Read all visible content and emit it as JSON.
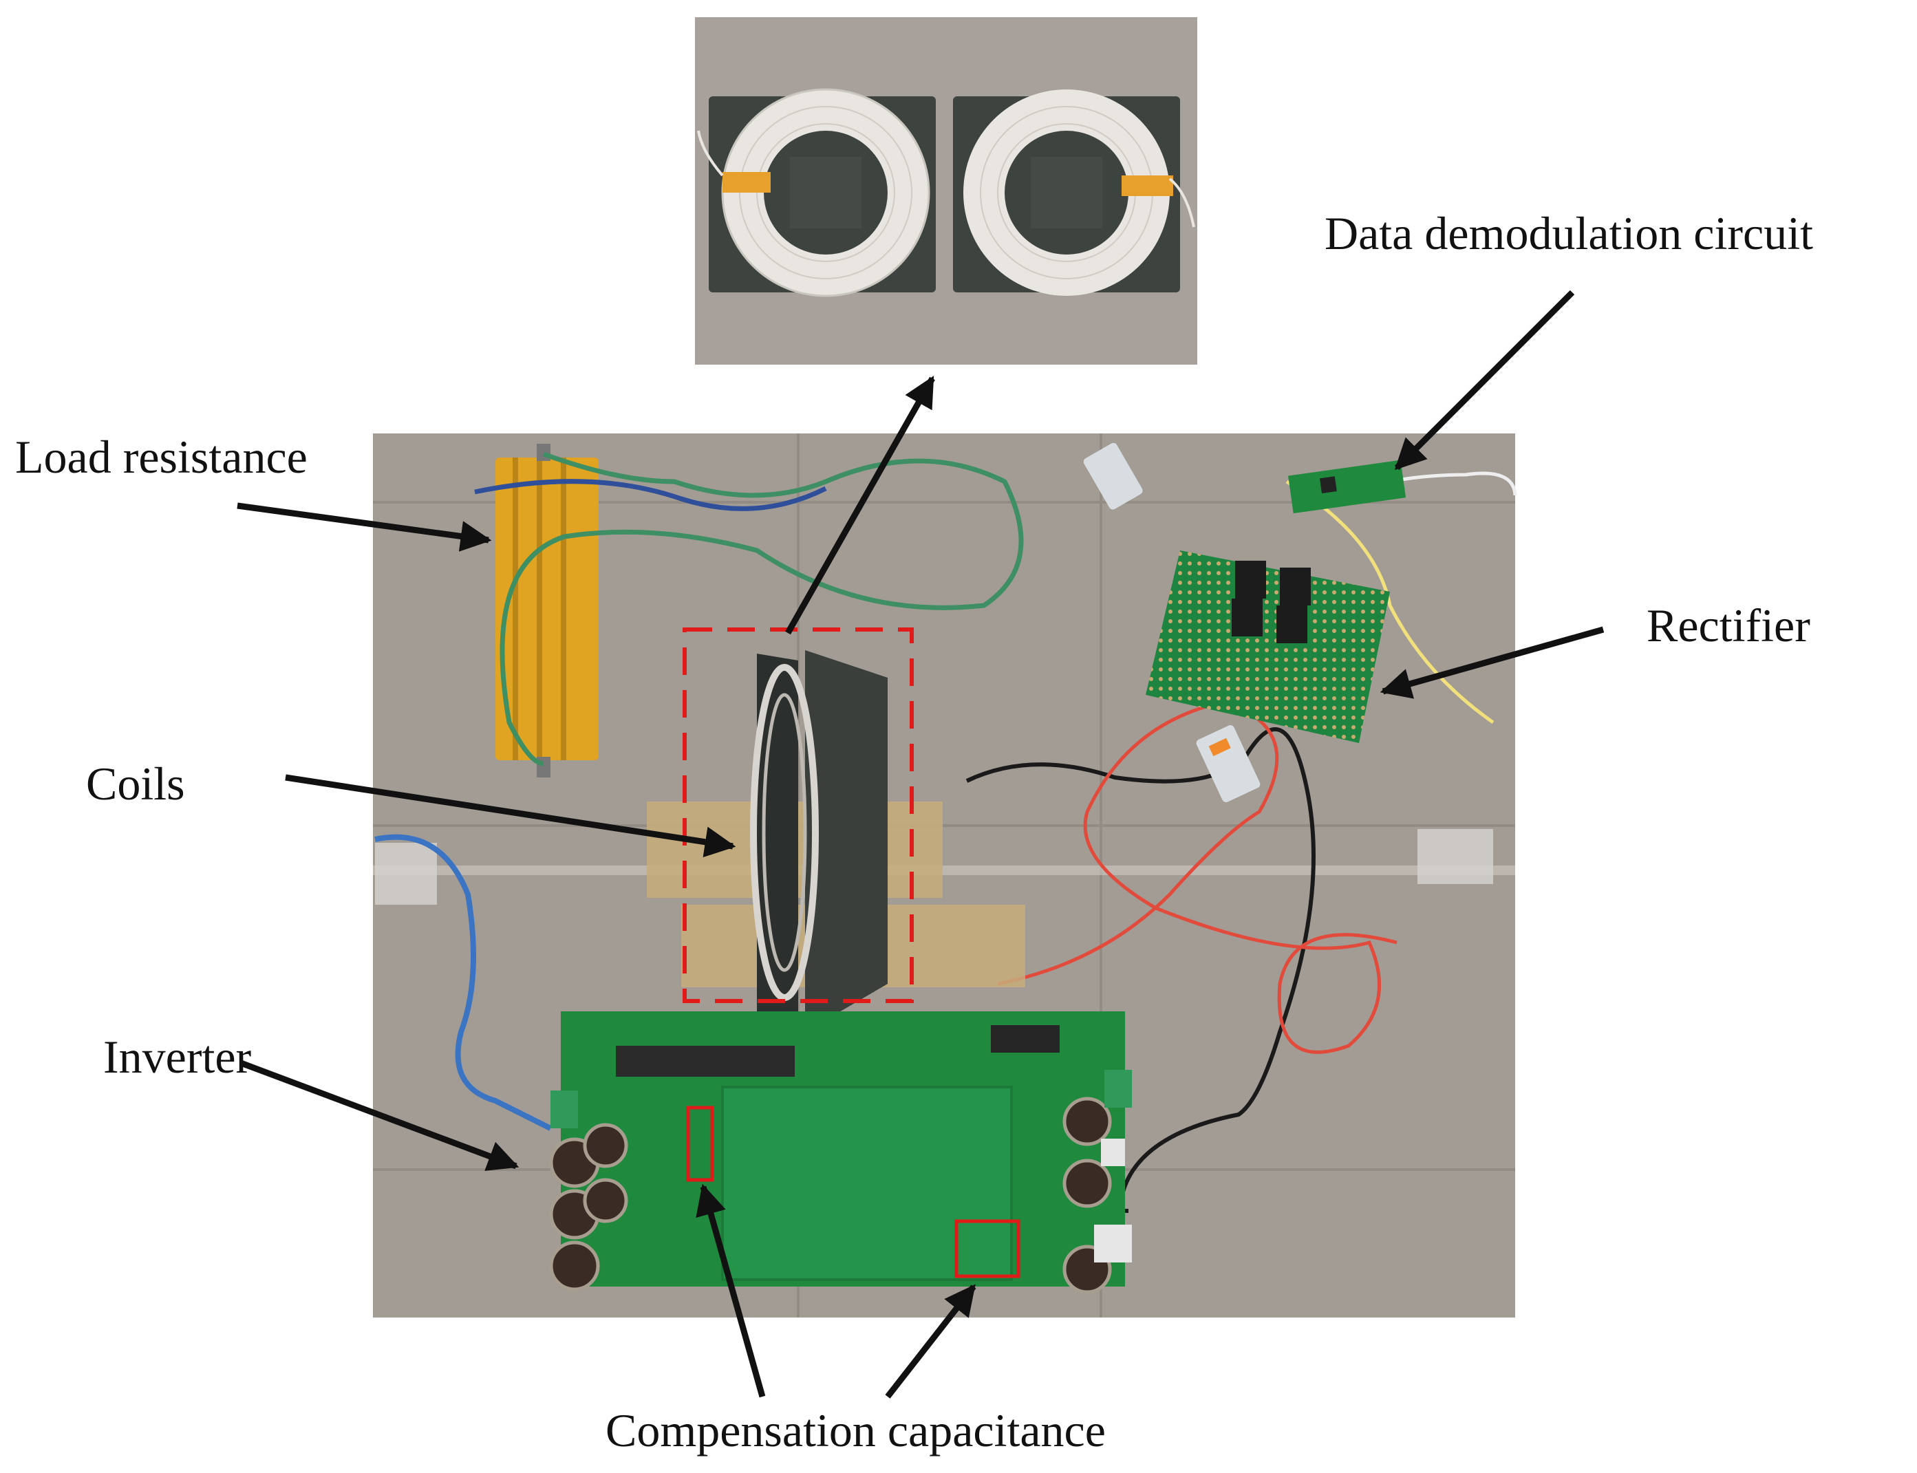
{
  "labels": {
    "load_resistance": "Load resistance",
    "coils": "Coils",
    "inverter": "Inverter",
    "data_demodulation_circuit": "Data demodulation circuit",
    "rectifier": "Rectifier",
    "compensation_capacitance": "Compensation capacitance"
  },
  "colors": {
    "background": "#ffffff",
    "table_surface": "#a39c94",
    "inset_background": "#a8a19b",
    "ferrite_plate": "#3d4440",
    "coil_winding": "#e9e6e1",
    "pcb_green": "#1f8a3e",
    "heatsink_gold": "#e0a422",
    "tape": "#c7ad7a",
    "highlight_red": "#e11a1a",
    "wire_red": "#e24a3c",
    "wire_blue": "#3b74c2",
    "wire_green": "#3e8f63",
    "arrow": "#111111"
  }
}
